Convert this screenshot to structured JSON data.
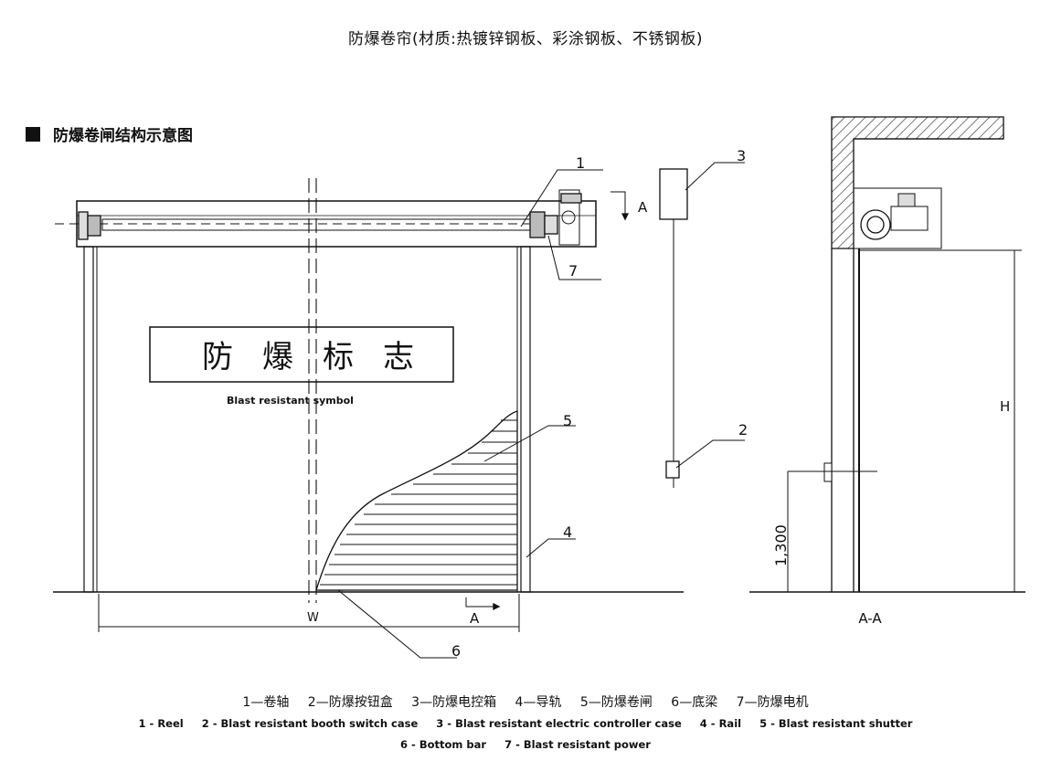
{
  "title": "防爆卷帘(材质:热镀锌钢板、彩涂钢板、不锈钢板)",
  "section_heading": "防爆卷闸结构示意图",
  "sign": {
    "chars": [
      "防",
      "爆",
      "标",
      "志"
    ],
    "english": "Blast resistant symbol"
  },
  "callouts": {
    "n1": "1",
    "n2": "2",
    "n3": "3",
    "n4": "4",
    "n5": "5",
    "n6": "6",
    "n7": "7"
  },
  "dimensions": {
    "width": "W",
    "height": "H",
    "switch_height": "1,300",
    "section_ref": "A",
    "section_ref_bottom": "A",
    "section_view": "A-A"
  },
  "legend": {
    "cn": [
      "1—卷轴",
      "2—防爆按钮盒",
      "3—防爆电控箱",
      "4—导轨",
      "5—防爆卷闸",
      "6—底梁",
      "7—防爆电机"
    ],
    "en_line1": [
      "1 - Reel",
      "2 - Blast resistant booth switch case",
      "3 - Blast resistant electric controller  case",
      "4 - Rail",
      "5 - Blast resistant shutter"
    ],
    "en_line2": [
      "6 - Bottom bar",
      "7 - Blast resistant power"
    ]
  }
}
